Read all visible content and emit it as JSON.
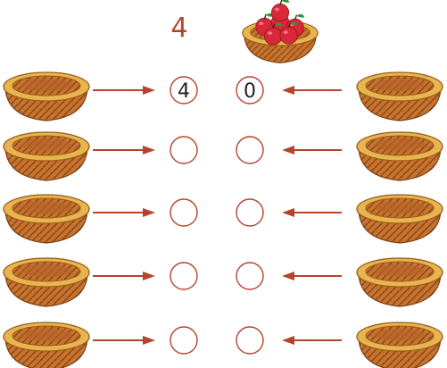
{
  "header": {
    "total": "4",
    "apple_basket_icon": "apple-basket-icon"
  },
  "rows": [
    {
      "left_value": "4",
      "right_value": "0"
    },
    {
      "left_value": "",
      "right_value": ""
    },
    {
      "left_value": "",
      "right_value": ""
    },
    {
      "left_value": "",
      "right_value": ""
    },
    {
      "left_value": "",
      "right_value": ""
    }
  ],
  "colors": {
    "accent": "#b5442b",
    "basket_rim": "#e3b24a",
    "basket_body": "#c9742e",
    "apple": "#d8283a",
    "leaf": "#3f8f3a"
  }
}
